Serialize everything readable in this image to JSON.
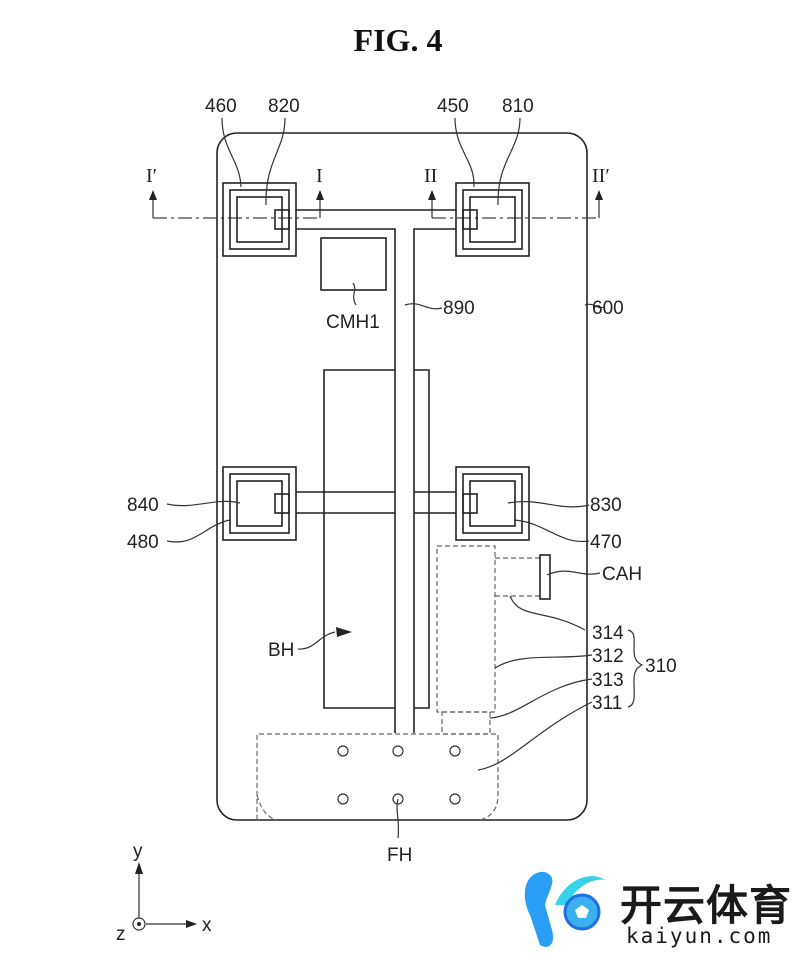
{
  "figure": {
    "title": "FIG. 4",
    "section_marks": {
      "i_prime": "I′",
      "i": "I",
      "ii": "II",
      "ii_prime": "II′"
    },
    "labels": {
      "l460": "460",
      "l820": "820",
      "l450": "450",
      "l810": "810",
      "l890": "890",
      "l600": "600",
      "cmh1": "CMH1",
      "l840": "840",
      "l480": "480",
      "l830": "830",
      "l470": "470",
      "cah": "CAH",
      "l314": "314",
      "l312": "312",
      "l313": "313",
      "l311": "311",
      "l310": "310",
      "bh": "BH",
      "fh": "FH"
    },
    "axes": {
      "y": "y",
      "x": "x",
      "z": "z"
    }
  },
  "watermark": {
    "brand_cn": "开云体育",
    "brand_en": "kaiyun.com",
    "colors": {
      "primary": "#2a9df4",
      "accent": "#37d3e8"
    }
  }
}
